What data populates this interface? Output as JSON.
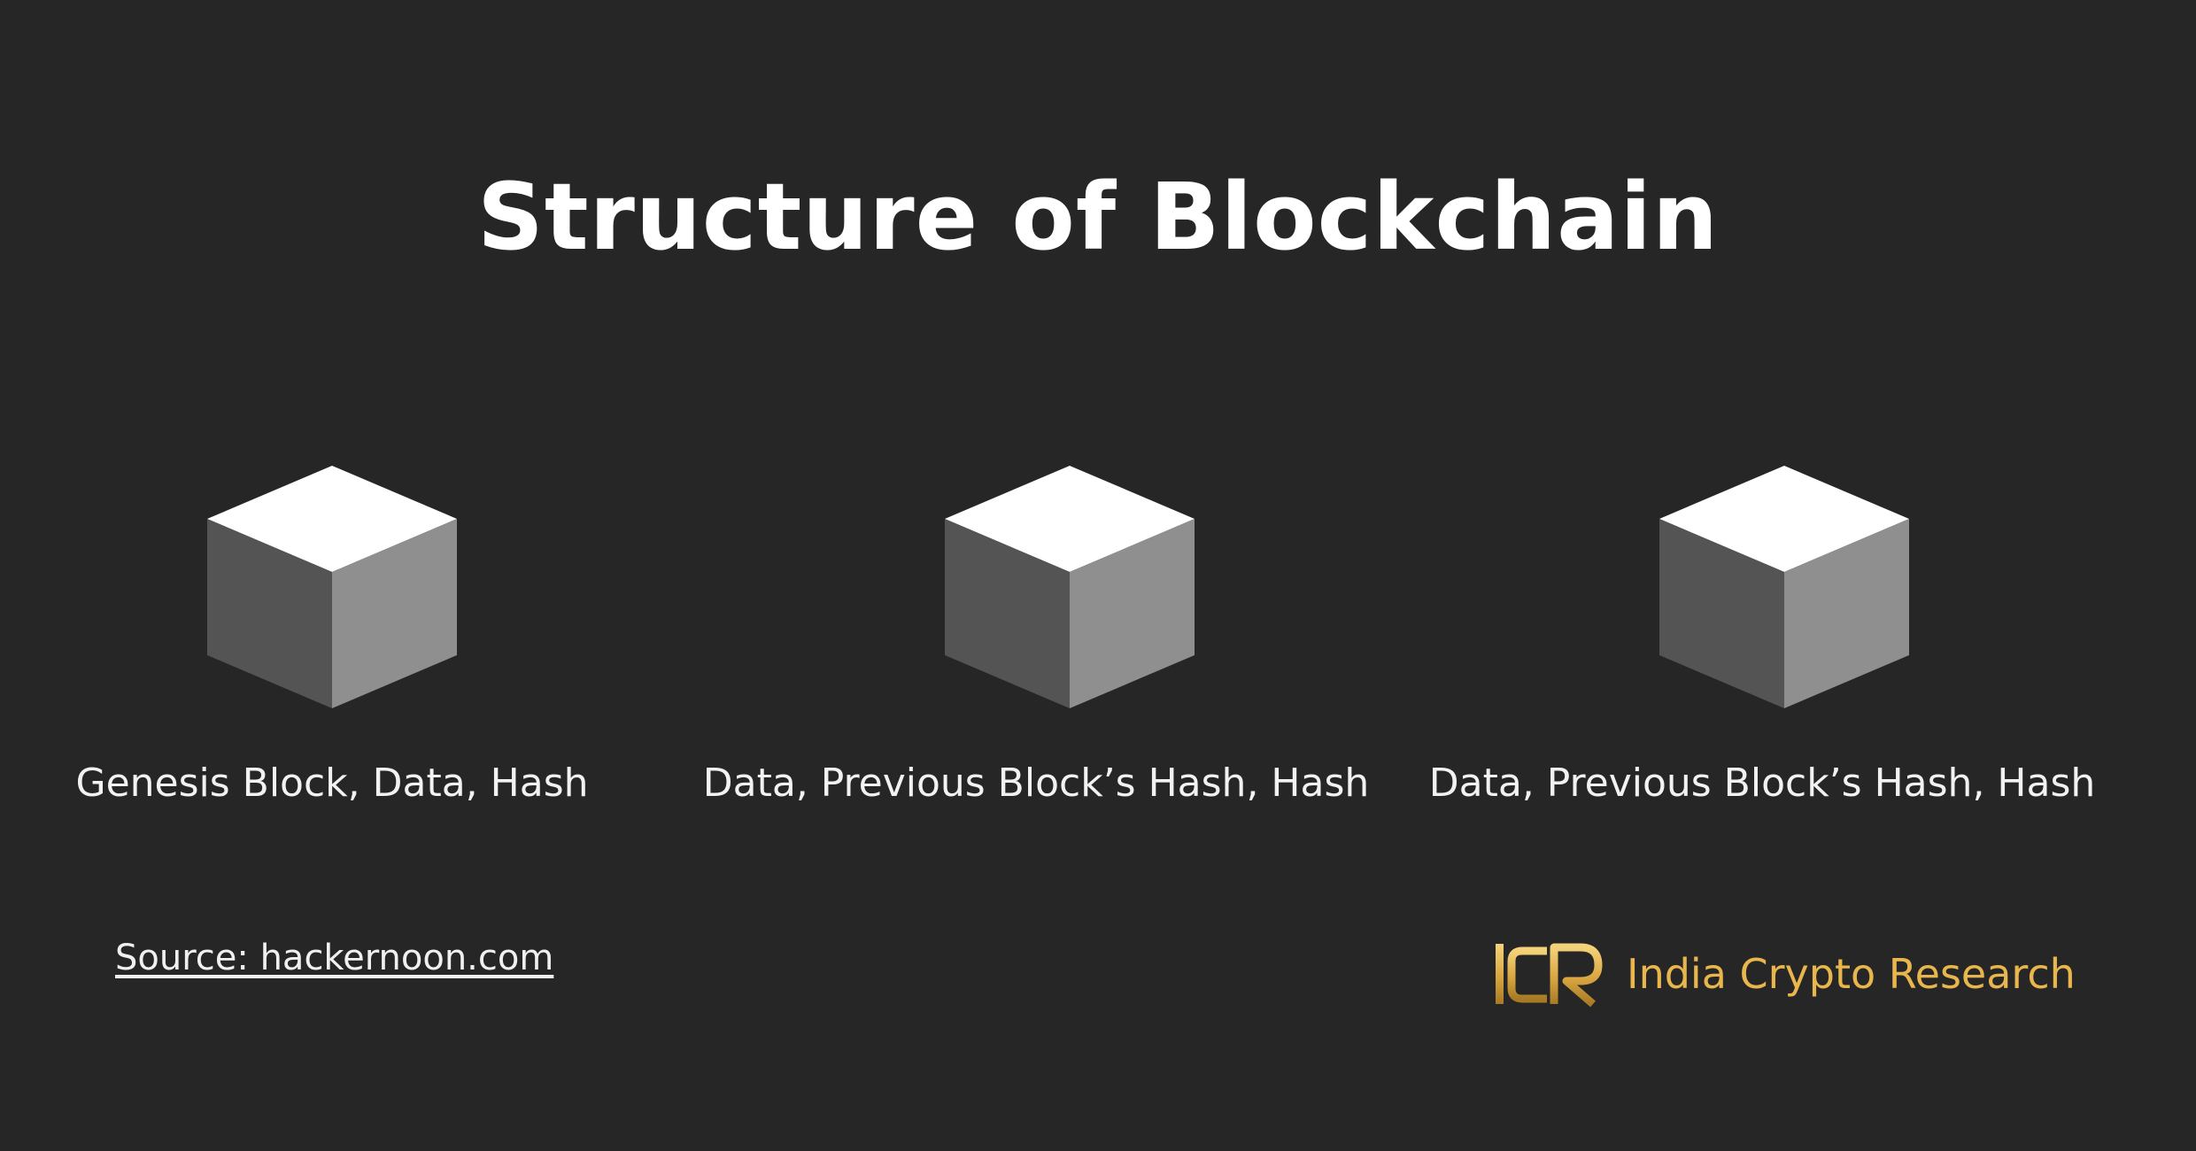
{
  "title": "Structure of Blockchain",
  "blocks": [
    {
      "label": "Genesis Block, Data, Hash"
    },
    {
      "label": "Data, Previous Block’s Hash, Hash"
    },
    {
      "label": "Data, Previous Block’s Hash, Hash"
    }
  ],
  "source": "Source: hackernoon.com",
  "brand": {
    "logo": "ICR",
    "name": "India Crypto Research"
  },
  "colors": {
    "background": "#262626",
    "cube_top": "#ffffff",
    "cube_left": "#545454",
    "cube_right": "#8f8f8f",
    "link": "#eaeaea",
    "brand_gold": "#e8b64c"
  }
}
